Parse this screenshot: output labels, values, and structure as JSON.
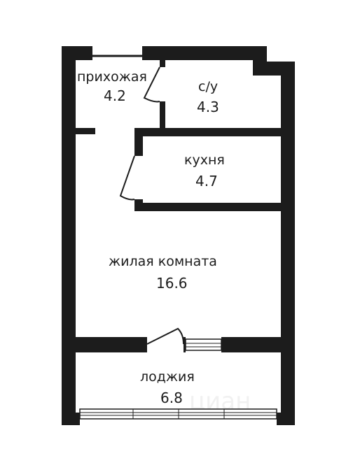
{
  "rooms": {
    "hallway": {
      "name": "прихожая",
      "area": "4.2"
    },
    "bathroom": {
      "name": "с/у",
      "area": "4.3"
    },
    "kitchen": {
      "name": "кухня",
      "area": "4.7"
    },
    "living": {
      "name": "жилая комната",
      "area": "16.6"
    },
    "loggia": {
      "name": "лоджия",
      "area": "6.8"
    }
  }
}
